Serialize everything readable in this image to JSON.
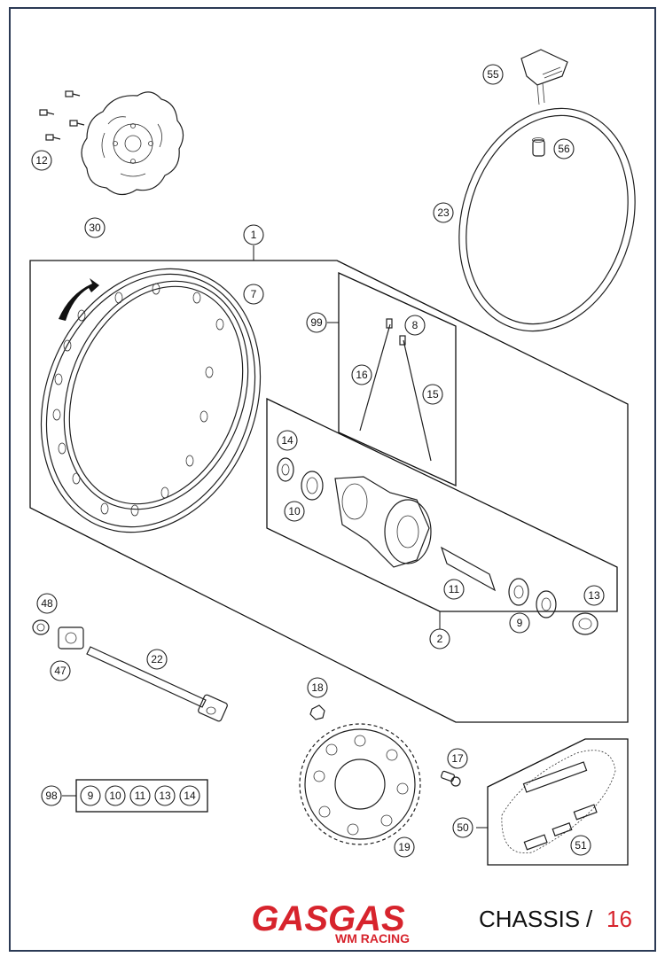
{
  "callouts": {
    "c1": "1",
    "c2": "2",
    "c7": "7",
    "c8": "8",
    "c9": "9",
    "c10": "10",
    "c11": "11",
    "c12": "12",
    "c13": "13",
    "c14": "14",
    "c15": "15",
    "c16": "16",
    "c17": "17",
    "c18": "18",
    "c19": "19",
    "c22": "22",
    "c23": "23",
    "c30": "30",
    "c47": "47",
    "c48": "48",
    "c50": "50",
    "c51": "51",
    "c55": "55",
    "c56": "56",
    "c98": "98",
    "c99": "99"
  },
  "kit_98": [
    "9",
    "10",
    "11",
    "13",
    "14"
  ],
  "brand": {
    "name": "GASGAS",
    "sub": "WM RACING"
  },
  "footer": {
    "section": "CHASSIS",
    "separator": "/",
    "page": "16"
  },
  "colors": {
    "brand_red": "#d7242d",
    "frame": "#2b3a55"
  }
}
